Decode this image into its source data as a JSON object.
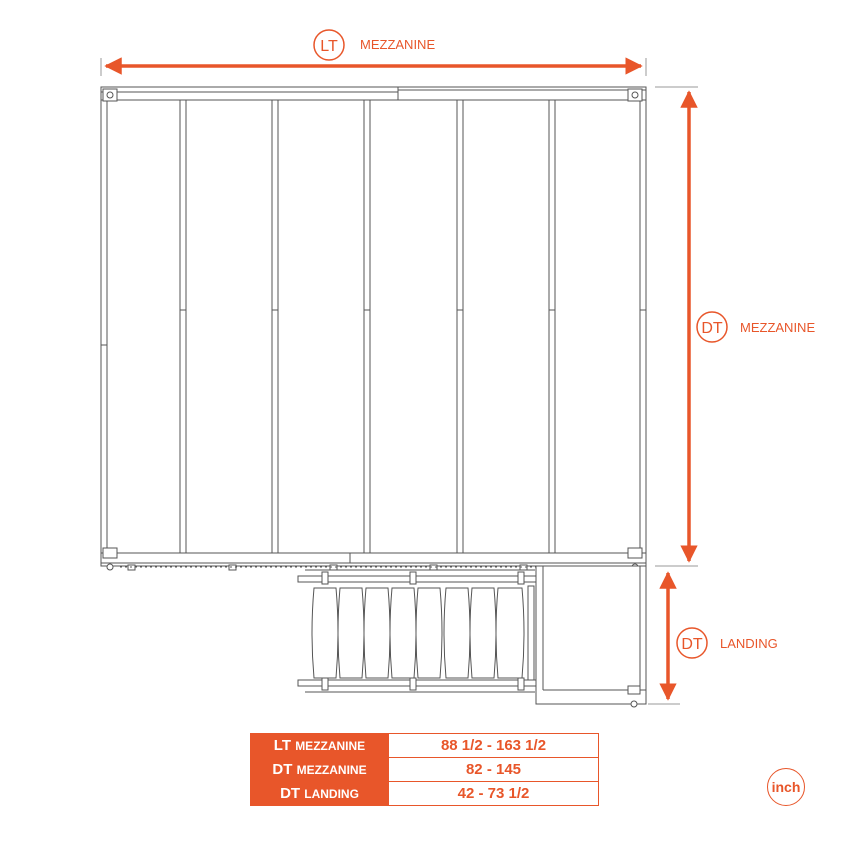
{
  "colors": {
    "accent": "#e8562a",
    "line": "#555555"
  },
  "dimensions": {
    "lt_mezzanine": {
      "code": "LT",
      "label": "MEZZANINE"
    },
    "dt_mezzanine": {
      "code": "DT",
      "label": "MEZZANINE"
    },
    "dt_landing": {
      "code": "DT",
      "label": "LANDING"
    }
  },
  "spec_table": {
    "rows": [
      {
        "code": "LT",
        "label": "MEZZANINE",
        "value": "88 1/2 - 163 1/2"
      },
      {
        "code": "DT",
        "label": "MEZZANINE",
        "value": "82 - 145"
      },
      {
        "code": "DT",
        "label": "LANDING",
        "value": "42 - 73 1/2"
      }
    ]
  },
  "unit": "inch"
}
